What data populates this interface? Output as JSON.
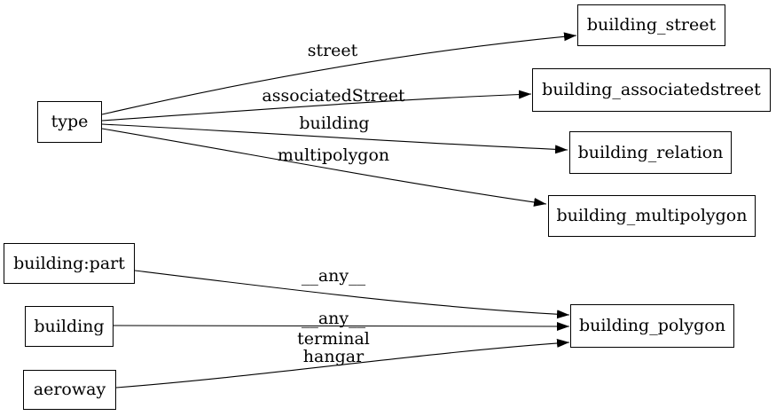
{
  "diagram": {
    "kind": "directed-graph",
    "colors": {
      "background": "#ffffff",
      "node_fill": "#ffffff",
      "node_border": "#000000",
      "edge": "#000000",
      "text": "#000000"
    },
    "nodes": [
      {
        "id": "type",
        "label": "type"
      },
      {
        "id": "building:part",
        "label": "building:part"
      },
      {
        "id": "building",
        "label": "building"
      },
      {
        "id": "aeroway",
        "label": "aeroway"
      },
      {
        "id": "building_street",
        "label": "building_street"
      },
      {
        "id": "building_associatedstreet",
        "label": "building_associatedstreet"
      },
      {
        "id": "building_relation",
        "label": "building_relation"
      },
      {
        "id": "building_multipolygon",
        "label": "building_multipolygon"
      },
      {
        "id": "building_polygon",
        "label": "building_polygon"
      }
    ],
    "edges": [
      {
        "from": "type",
        "to": "building_street",
        "label": "street"
      },
      {
        "from": "type",
        "to": "building_associatedstreet",
        "label": "associatedStreet"
      },
      {
        "from": "type",
        "to": "building_relation",
        "label": "building"
      },
      {
        "from": "type",
        "to": "building_multipolygon",
        "label": "multipolygon"
      },
      {
        "from": "building:part",
        "to": "building_polygon",
        "label": "__any__"
      },
      {
        "from": "building",
        "to": "building_polygon",
        "label": "__any__"
      },
      {
        "from": "aeroway",
        "to": "building_polygon",
        "label": "terminal\nhangar"
      }
    ]
  }
}
